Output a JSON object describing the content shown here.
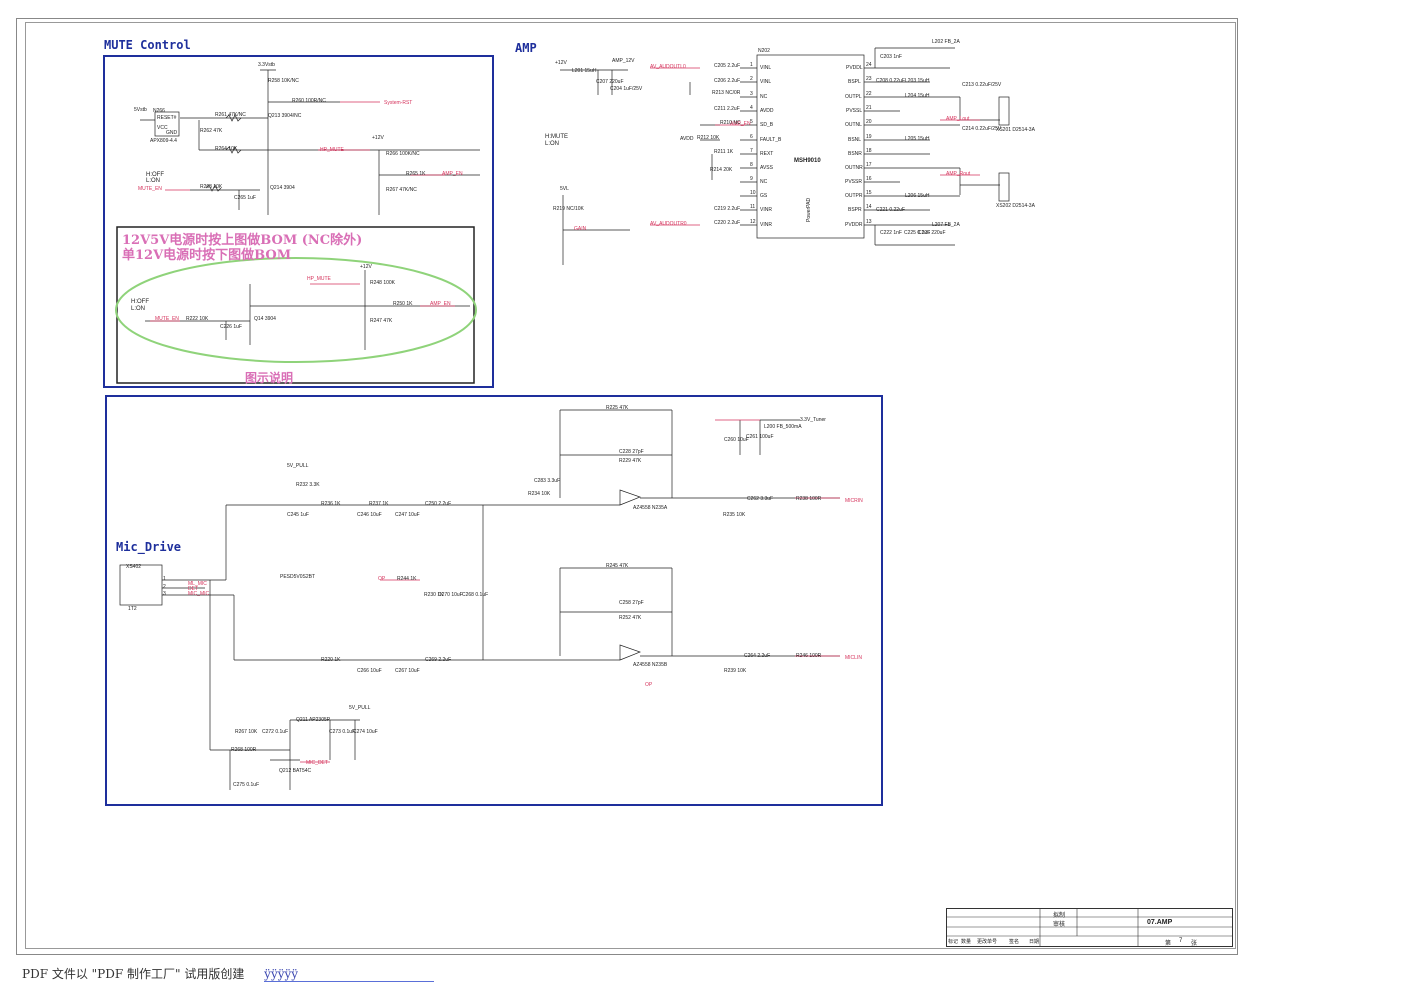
{
  "sections": {
    "mute": "MUTE Control",
    "amp": "AMP",
    "mic": "Mic_Drive"
  },
  "notes": {
    "line1": "12V5V电源时按上图做BOM (NC除外)",
    "line2": "单12V电源时按下图做BOM",
    "caption": "图示说明"
  },
  "mute_block": {
    "hoff": "H:OFF",
    "lon": "L:ON",
    "net_mute_en": "MUTE_EN",
    "net_hp_mute": "HP_MUTE",
    "net_amp_en": "AMP_EN",
    "net_system_rst": "System-RST",
    "rail_33": "3.3Vstb",
    "rail_12": "+12V",
    "rail_5": "5Vstb",
    "ic_ref": "N266",
    "ic_pins": [
      "RESET#",
      "VCC",
      "GND"
    ],
    "ic_part": "APX809-4.4",
    "parts": [
      "R258 10K/NC",
      "R260 100R/NC",
      "Q213 3904/NC",
      "R261 47K/NC",
      "R262 47K",
      "R264 10K",
      "R263 10K",
      "Q214 3904",
      "C265 1uF",
      "R266 100K/NC",
      "R265 1K",
      "R267 47K/NC"
    ]
  },
  "example_block": {
    "hoff": "H:OFF",
    "lon": "L:ON",
    "net_mute_en": "MUTE_EN",
    "net_hp_mute": "HP_MUTE",
    "net_amp_en": "AMP_EN",
    "rail_12": "+12V",
    "parts": [
      "R222 10K",
      "C226 1uF",
      "Q14 3904",
      "R248 100K",
      "R250 1K",
      "R247 47K"
    ]
  },
  "amp_block": {
    "ic_ref": "N202",
    "ic_name": "MSH9010",
    "left_pins": [
      "VINL",
      "VINL",
      "NC",
      "AVDD",
      "SD_B",
      "FAULT_B",
      "REXT",
      "AVSS",
      "NC",
      "GS",
      "VINR",
      "VINR"
    ],
    "left_pin_nums": [
      "1",
      "2",
      "3",
      "4",
      "5",
      "6",
      "7",
      "8",
      "9",
      "10",
      "11",
      "12"
    ],
    "right_pins": [
      "PVDDL",
      "BSPL",
      "OUTPL",
      "PVSSL",
      "OUTNL",
      "BSNL",
      "BSNR",
      "OUTNR",
      "PVSSR",
      "OUTPR",
      "BSPR",
      "PVDDR"
    ],
    "right_pin_nums": [
      "24",
      "23",
      "22",
      "21",
      "20",
      "19",
      "18",
      "17",
      "16",
      "15",
      "14",
      "13"
    ],
    "pad": "PowerPAD",
    "net_av_audl": "AV_AUDOUTL0",
    "net_av_audr": "AV_AUDOUTR0",
    "net_amp_en": "AMP_EN",
    "net_gain": "GAIN",
    "net_avdd": "AVDD",
    "net_hmute": "H:MUTE",
    "net_lon": "L:ON",
    "rail_12": "+12V",
    "rail_amp": "AMP_12V",
    "rail_5v": "5VL",
    "out_l": "AMP_Lout",
    "out_r": "AMP_Rout",
    "conn1": "XS201 D2514-3A",
    "conn2": "XS202 D2514-3A",
    "parts": [
      "L201 15uH",
      "C207 220uF",
      "C204 1uF/25V",
      "C205 2.2uF",
      "C206 2.2uF",
      "R213 NC/0R",
      "C211 2.2uF",
      "R210 NC",
      "R214 20K",
      "R211 1K",
      "R212 10K",
      "R219 NC/10K",
      "C219 2.2uF",
      "C220 2.2uF",
      "L202 FB_2A",
      "C203 1nF",
      "C208 0.22uF",
      "L203 15uH",
      "L204 15uH",
      "C213 0.22uF/25V",
      "C214 0.22uF/25V",
      "L205 15uH",
      "L206 15uH",
      "C221 0.22uF",
      "C222 1nF",
      "C225 0.1uF",
      "C226 220uF",
      "L207 FB_2A"
    ]
  },
  "mic_block": {
    "jack_ref": "XS402",
    "jack_pins": [
      "1",
      "2",
      "3"
    ],
    "jack_label": "1T2",
    "net_ml_mic": "ML_MIC",
    "net_det": "DET",
    "net_mic": "MIC_MIC",
    "net_op": "OP",
    "net_5v_pull": "5V_PULL",
    "net_mic_det": "MIC_DET",
    "net_micrin": "MICRIN",
    "net_miclin": "MICLIN",
    "net_tuner": "3.3V_Tuner",
    "opamp1": "AZ4558 N235A",
    "opamp2": "AZ4558 N235B",
    "tvs": "PESD5V0S2BT",
    "fet1": "Q211 AP2305P",
    "fet2": "Q212 BAT54C",
    "parts": [
      "R232 3.3K",
      "C245 1uF",
      "R236 1K",
      "R237 1K",
      "C246 10uF",
      "C247 10uF",
      "C250 2.2uF",
      "R225 47K",
      "C228 27pF",
      "R229 47K",
      "C283 3.3uF",
      "R234 10K",
      "R235 10K",
      "C262 3.3uF",
      "R238 100R",
      "L200 FB_500mA",
      "C260 10uF",
      "C261 100uF",
      "R244 1K",
      "C270 10uF",
      "C268 0.1uF",
      "R230 1K",
      "R245 47K",
      "C258 27pF",
      "R252 47K",
      "R239 10K",
      "C264 2.2uF",
      "R246 100R",
      "R220 1K",
      "C266 10uF",
      "C267 10uF",
      "C269 2.2uF",
      "R267 10K",
      "C272 0.1uF",
      "C273 0.1uF",
      "C274 10uF",
      "R268 100R",
      "C275 0.1uF"
    ]
  },
  "title_block": {
    "row1": "拟制",
    "row2": "审核",
    "title": "07.AMP",
    "sheet_prefix": "第",
    "sheet_num": "7",
    "sheet_suffix": "张",
    "headers": [
      "标记",
      "数量",
      "更改单号",
      "签名",
      "日期"
    ]
  },
  "footer": {
    "text": "PDF 文件以 \"PDF 制作工厂\" 试用版创建",
    "link": "ÿÿÿÿÿ"
  }
}
